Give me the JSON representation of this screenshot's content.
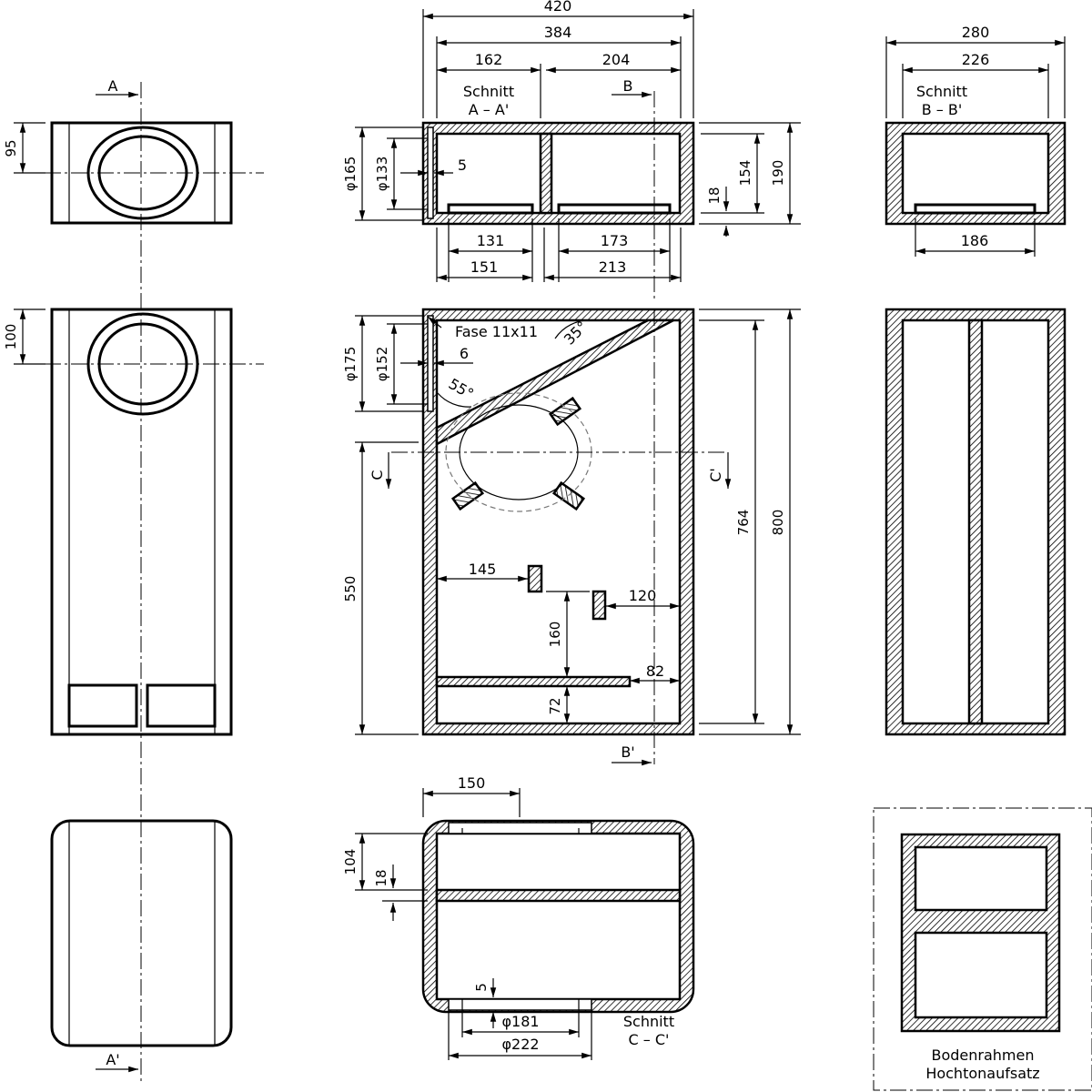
{
  "top_view": {
    "section_label": "Schnitt A - A'",
    "cut_mark": "B",
    "dims": {
      "overall_width": "420",
      "inner_width": "384",
      "left_chamber": "162",
      "right_chamber": "204",
      "port_diameter_outer": "φ165",
      "port_diameter_inner": "φ133",
      "recess": "5",
      "depth_inner": "154",
      "depth_outer": "190",
      "board": "18",
      "slot_left_inner": "131",
      "slot_right_inner": "173",
      "slot_left_outer": "151",
      "slot_right_outer": "213"
    }
  },
  "side_section": {
    "section_label": "Schnitt B - B'",
    "dims": {
      "overall_width": "280",
      "inner_width": "226",
      "slot": "186"
    }
  },
  "main_section": {
    "chamfer_note": "Fase 11x11",
    "angle_top": "35°",
    "angle_bottom": "55°",
    "cut_left": "C",
    "cut_right": "C'",
    "cut_bottom": "B'",
    "dims": {
      "port_diameter_outer": "φ175",
      "port_diameter_inner": "φ152",
      "recess": "6",
      "height_lower": "550",
      "height_inner": "764",
      "height_outer": "800",
      "brace_left": "145",
      "brace_right": "120",
      "brace_gap": "160",
      "shelf_gap": "82",
      "shelf_height": "72"
    }
  },
  "front_view": {
    "cut_top": "A",
    "cut_bottom": "A'",
    "dims": {
      "top_offset": "95",
      "front_offset": "100"
    }
  },
  "bottom_section": {
    "section_label": "Schnitt C - C'",
    "dims": {
      "width": "150",
      "depth": "104",
      "board": "18",
      "recess": "5",
      "diameter_inner": "φ181",
      "diameter_outer": "φ222"
    }
  },
  "frame": {
    "caption_line1": "Bodenrahmen",
    "caption_line2": "Hochtonaufsatz"
  }
}
